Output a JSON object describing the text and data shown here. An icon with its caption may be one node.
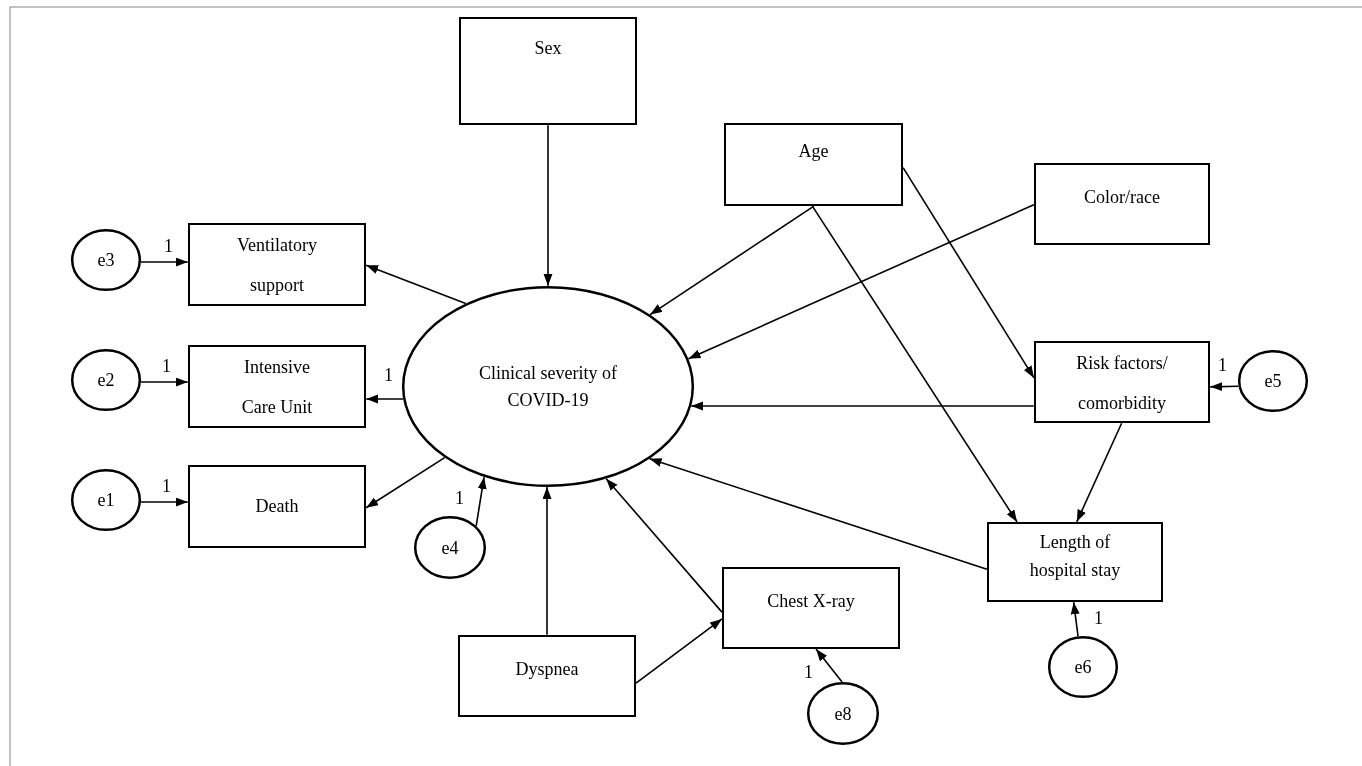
{
  "diagram": {
    "nodes": [
      {
        "text": [
          "Sex"
        ]
      },
      {
        "text": [
          "Age"
        ]
      },
      {
        "text": [
          "Color/race"
        ]
      },
      {
        "text": [
          "e3"
        ]
      },
      {
        "text": [
          "Ventilatory support"
        ]
      },
      {
        "text": [
          "Clinical severity of COVID-19"
        ]
      },
      {
        "text": [
          "e2"
        ]
      },
      {
        "text": [
          "Intensive Care Unit"
        ]
      },
      {
        "text": [
          "Risk factors/ comorbidity"
        ]
      },
      {
        "text": [
          "e5"
        ]
      },
      {
        "text": [
          "e1"
        ]
      },
      {
        "text": [
          "Death"
        ]
      },
      {
        "text": [
          "e4"
        ]
      },
      {
        "text": [
          "Length of hospital stay"
        ]
      },
      {
        "text": [
          "Chest X-ray"
        ]
      },
      {
        "text": [
          "e6"
        ]
      },
      {
        "text": [
          "Dyspnea"
        ]
      },
      {
        "text": [
          "e8"
        ]
      }
    ],
    "edges": [
      {
        "from": 0,
        "to": 5,
        "arrow": "to"
      },
      {
        "from": 1,
        "to": 5,
        "arrow": "to"
      },
      {
        "from": 1,
        "to": 8,
        "arrow": "to"
      },
      {
        "from": 1,
        "to": 13,
        "arrow": "to"
      },
      {
        "from": 2,
        "to": 5,
        "arrow": "to"
      },
      {
        "from": 8,
        "to": 5,
        "arrow": "to"
      },
      {
        "from": 8,
        "to": 13,
        "arrow": "to"
      },
      {
        "from": 13,
        "to": 5,
        "arrow": "to"
      },
      {
        "from": 16,
        "to": 5,
        "arrow": "to"
      },
      {
        "from": 16,
        "to": 14,
        "arrow": "to"
      },
      {
        "from": 14,
        "to": 5,
        "arrow": "to"
      },
      {
        "from": 17,
        "to": 14,
        "arrow": "to",
        "label": "1"
      },
      {
        "from": 12,
        "to": 5,
        "arrow": "to",
        "label": "1"
      },
      {
        "from": 15,
        "to": 13,
        "arrow": "to",
        "label": "1"
      },
      {
        "from": 9,
        "to": 8,
        "arrow": "to",
        "label": "1"
      },
      {
        "from": 3,
        "to": 4,
        "arrow": "to",
        "label": "1"
      },
      {
        "from": 6,
        "to": 7,
        "arrow": "to",
        "label": "1"
      },
      {
        "from": 10,
        "to": 11,
        "arrow": "to",
        "label": "1"
      },
      {
        "from": 5,
        "to": 4,
        "arrow": "to"
      },
      {
        "from": 5,
        "to": 7,
        "arrow": "to",
        "label": "1"
      },
      {
        "from": 5,
        "to": 11,
        "arrow": "to"
      }
    ]
  }
}
